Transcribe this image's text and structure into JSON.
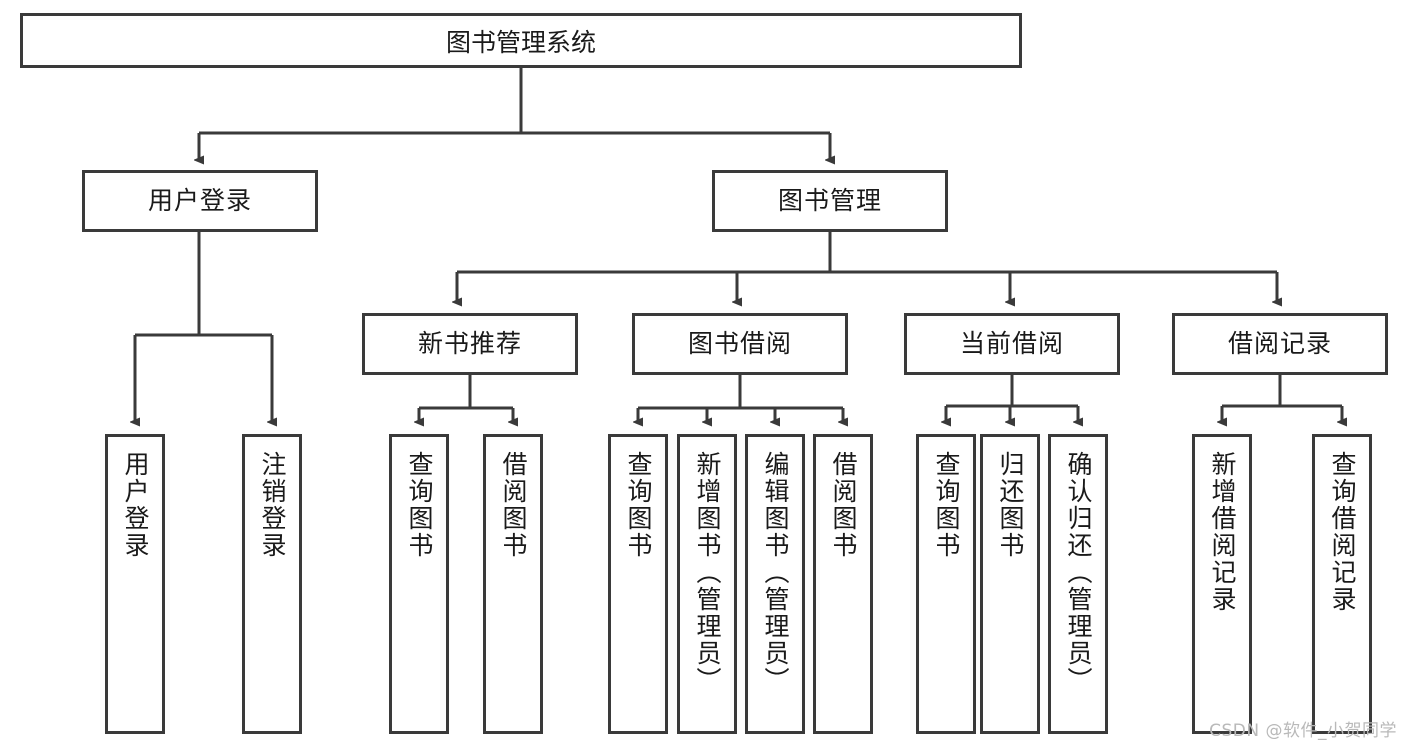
{
  "diagram": {
    "title": "图书管理系统",
    "type": "tree-hierarchy",
    "watermark": "CSDN @软件_小贺同学",
    "colors": {
      "stroke": "#3a3a3a",
      "fill": "#ffffff",
      "text": "#1a1a1a",
      "watermark": "#b9b9b9"
    },
    "root": {
      "label": "图书管理系统"
    },
    "level2": [
      {
        "label": "用户登录"
      },
      {
        "label": "图书管理"
      }
    ],
    "level3": [
      {
        "label": "新书推荐"
      },
      {
        "label": "图书借阅"
      },
      {
        "label": "当前借阅"
      },
      {
        "label": "借阅记录"
      }
    ],
    "leaves": {
      "user_login": [
        {
          "label": "用户登录"
        },
        {
          "label": "注销登录"
        }
      ],
      "new_book": [
        {
          "label": "查询图书"
        },
        {
          "label": "借阅图书"
        }
      ],
      "book_borrow": [
        {
          "label": "查询图书"
        },
        {
          "label": "新增图书（管理员）"
        },
        {
          "label": "编辑图书（管理员）"
        },
        {
          "label": "借阅图书"
        }
      ],
      "current_borrow": [
        {
          "label": "查询图书"
        },
        {
          "label": "归还图书"
        },
        {
          "label": "确认归还（管理员）"
        }
      ],
      "borrow_record": [
        {
          "label": "新增借阅记录"
        },
        {
          "label": "查询借阅记录"
        }
      ]
    }
  }
}
